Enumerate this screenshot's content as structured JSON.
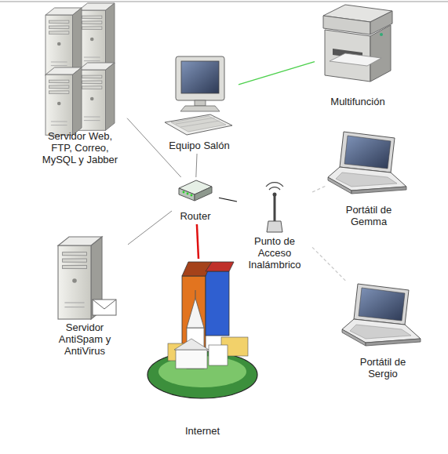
{
  "diagram": {
    "nodes": [
      {
        "text": [
          "Servidor Web, FTP, Correo, MySQL y Jabber"
        ]
      },
      {
        "text": [
          "Equipo Salón"
        ]
      },
      {
        "text": [
          "Multifunción"
        ]
      },
      {
        "text": [
          "Router"
        ]
      },
      {
        "text": [
          "Punto de Acceso Inalámbrico"
        ]
      },
      {
        "text": [
          "Portátil de Gemma"
        ]
      },
      {
        "text": [
          "Servidor AntiSpam y AntiVirus"
        ]
      },
      {
        "text": [
          "Portátil de Sergio"
        ]
      },
      {
        "text": [
          "Internet"
        ]
      }
    ],
    "edges": [
      {
        "from": 0,
        "to": 3,
        "arrow": "none"
      },
      {
        "from": 1,
        "to": 3,
        "arrow": "none"
      },
      {
        "from": 1,
        "to": 2,
        "arrow": "none"
      },
      {
        "from": 3,
        "to": 4,
        "arrow": "none"
      },
      {
        "from": 4,
        "to": 5,
        "arrow": "none"
      },
      {
        "from": 4,
        "to": 7,
        "arrow": "none"
      },
      {
        "from": 6,
        "to": 3,
        "arrow": "none"
      },
      {
        "from": 3,
        "to": 8,
        "arrow": "none"
      }
    ]
  }
}
